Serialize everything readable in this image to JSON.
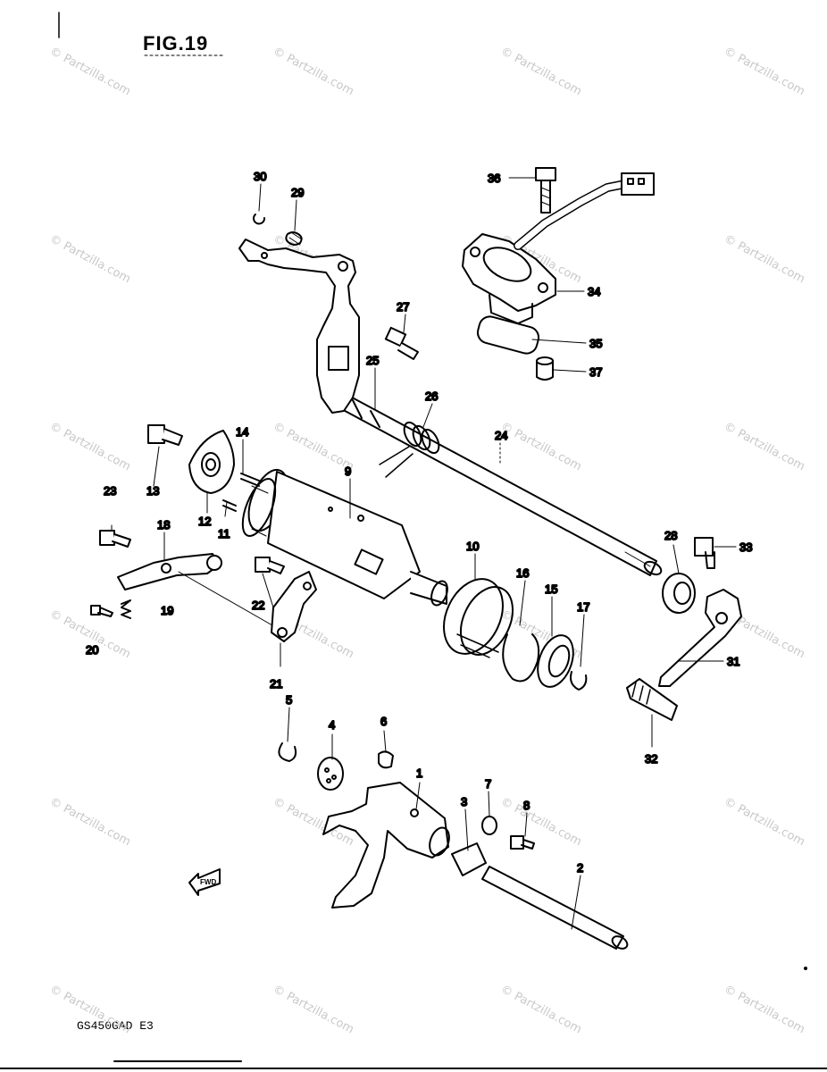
{
  "figure": {
    "title": "FIG.19",
    "model": "GS450GAD E3"
  },
  "watermark": "© Partzilla.com",
  "arrow_label": "FWD",
  "callouts": [
    "1",
    "2",
    "3",
    "4",
    "5",
    "6",
    "7",
    "8",
    "9",
    "10",
    "11",
    "12",
    "13",
    "14",
    "15",
    "16",
    "17",
    "18",
    "19",
    "20",
    "21",
    "22",
    "23",
    "24",
    "25",
    "26",
    "27",
    "28",
    "29",
    "30",
    "31",
    "32",
    "33",
    "34",
    "35",
    "36",
    "37"
  ],
  "colors": {
    "line": "#000000",
    "background": "#ffffff",
    "watermark": "#c8c8c8"
  }
}
